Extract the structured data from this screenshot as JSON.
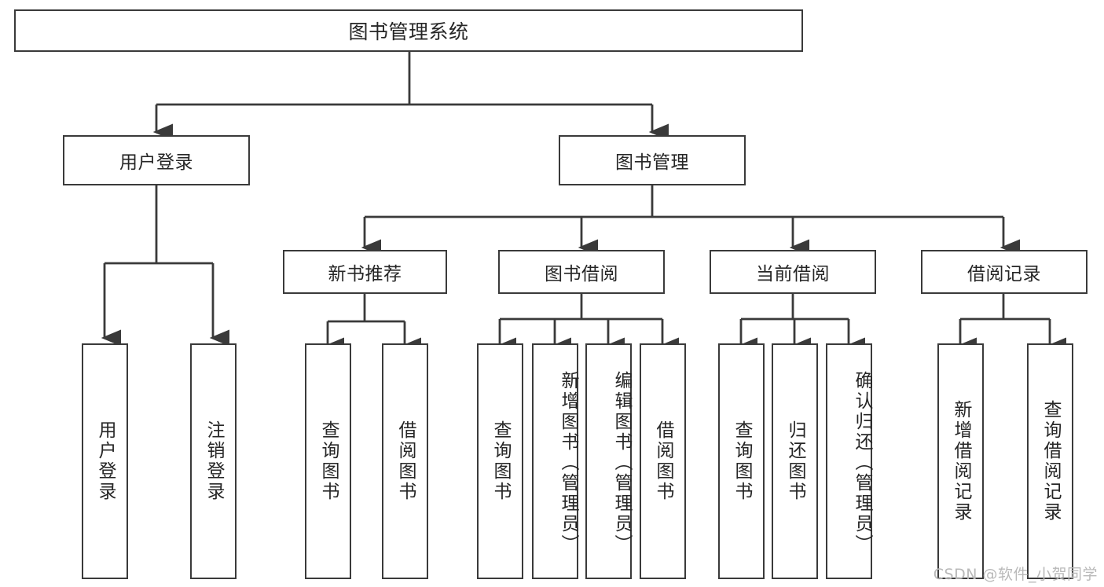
{
  "diagram": {
    "title": "图书管理系统",
    "type": "hierarchy-tree",
    "root": {
      "label": "图书管理系统"
    },
    "level2": [
      {
        "label": "用户登录"
      },
      {
        "label": "图书管理"
      }
    ],
    "level3": [
      {
        "label": "新书推荐"
      },
      {
        "label": "图书借阅"
      },
      {
        "label": "当前借阅"
      },
      {
        "label": "借阅记录"
      }
    ],
    "leaves": [
      {
        "label": "用户登录",
        "parent": "用户登录"
      },
      {
        "label": "注销登录",
        "parent": "用户登录"
      },
      {
        "label": "查询图书",
        "parent": "新书推荐"
      },
      {
        "label": "借阅图书",
        "parent": "新书推荐"
      },
      {
        "label": "查询图书",
        "parent": "图书借阅"
      },
      {
        "label": "新增图书（管理员）",
        "parent": "图书借阅"
      },
      {
        "label": "编辑图书（管理员）",
        "parent": "图书借阅"
      },
      {
        "label": "借阅图书",
        "parent": "图书借阅"
      },
      {
        "label": "查询图书",
        "parent": "当前借阅"
      },
      {
        "label": "归还图书",
        "parent": "当前借阅"
      },
      {
        "label": "确认归还（管理员）",
        "parent": "当前借阅"
      },
      {
        "label": "新增借阅记录",
        "parent": "借阅记录"
      },
      {
        "label": "查询借阅记录",
        "parent": "借阅记录"
      }
    ]
  },
  "watermark": {
    "text": "CSDN @软件_小贺同学"
  },
  "colors": {
    "stroke": "#3a3a3a",
    "text": "#262626",
    "background": "#ffffff",
    "watermark": "#b9b9b9"
  }
}
